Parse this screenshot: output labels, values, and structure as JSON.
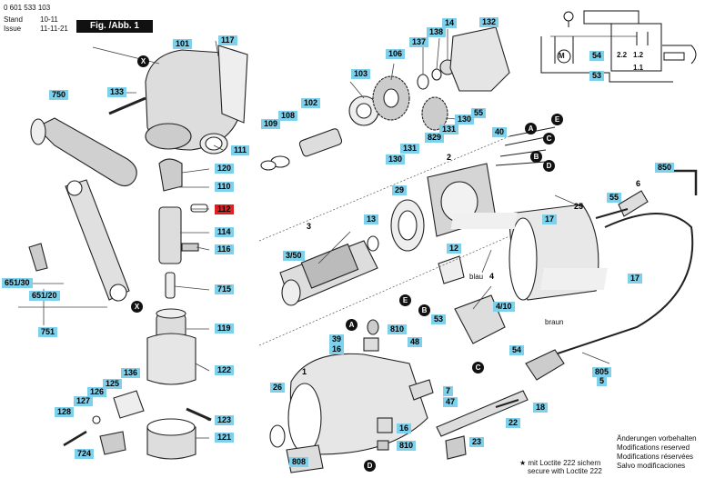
{
  "header": {
    "part_number": "0 601 533 103",
    "stand_label": "Stand",
    "stand_value": "10-11",
    "issue_label": "Issue",
    "issue_value": "11-11-21",
    "figure_label": "Fig. /Abb. 1"
  },
  "parts": [
    {
      "id": "p101",
      "text": "101"
    },
    {
      "id": "p117",
      "text": "117"
    },
    {
      "id": "p133",
      "text": "133"
    },
    {
      "id": "p750",
      "text": "750"
    },
    {
      "id": "p111",
      "text": "111"
    },
    {
      "id": "p120",
      "text": "120"
    },
    {
      "id": "p110",
      "text": "110"
    },
    {
      "id": "p112",
      "text": "112"
    },
    {
      "id": "p114",
      "text": "114"
    },
    {
      "id": "p116",
      "text": "116"
    },
    {
      "id": "p715",
      "text": "715"
    },
    {
      "id": "p119",
      "text": "119"
    },
    {
      "id": "p122",
      "text": "122"
    },
    {
      "id": "p123",
      "text": "123"
    },
    {
      "id": "p121",
      "text": "121"
    },
    {
      "id": "p136",
      "text": "136"
    },
    {
      "id": "p125",
      "text": "125"
    },
    {
      "id": "p126",
      "text": "126"
    },
    {
      "id": "p127",
      "text": "127"
    },
    {
      "id": "p128",
      "text": "128"
    },
    {
      "id": "p724",
      "text": "724"
    },
    {
      "id": "p651_30",
      "text": "651/30"
    },
    {
      "id": "p651_20",
      "text": "651/20"
    },
    {
      "id": "p751",
      "text": "751"
    },
    {
      "id": "p103",
      "text": "103"
    },
    {
      "id": "p102",
      "text": "102"
    },
    {
      "id": "p109",
      "text": "109"
    },
    {
      "id": "p108",
      "text": "108"
    },
    {
      "id": "p106",
      "text": "106"
    },
    {
      "id": "p137",
      "text": "137"
    },
    {
      "id": "p138",
      "text": "138"
    },
    {
      "id": "p14",
      "text": "14"
    },
    {
      "id": "p132",
      "text": "132"
    },
    {
      "id": "p130a",
      "text": "130"
    },
    {
      "id": "p55a",
      "text": "55"
    },
    {
      "id": "p131a",
      "text": "131"
    },
    {
      "id": "p829",
      "text": "829"
    },
    {
      "id": "p131b",
      "text": "131"
    },
    {
      "id": "p130b",
      "text": "130"
    },
    {
      "id": "p40",
      "text": "40"
    },
    {
      "id": "p2",
      "text": "2"
    },
    {
      "id": "p29",
      "text": "29"
    },
    {
      "id": "p13",
      "text": "13"
    },
    {
      "id": "p3",
      "text": "3"
    },
    {
      "id": "p3_50",
      "text": "3/50"
    },
    {
      "id": "p17a",
      "text": "17"
    },
    {
      "id": "p25",
      "text": "25"
    },
    {
      "id": "p12",
      "text": "12"
    },
    {
      "id": "p4",
      "text": "4"
    },
    {
      "id": "p4_10",
      "text": "4/10"
    },
    {
      "id": "p53a",
      "text": "53"
    },
    {
      "id": "p810a",
      "text": "810"
    },
    {
      "id": "p39",
      "text": "39"
    },
    {
      "id": "p48",
      "text": "48"
    },
    {
      "id": "p16a",
      "text": "16"
    },
    {
      "id": "p54a",
      "text": "54"
    },
    {
      "id": "p1",
      "text": "1"
    },
    {
      "id": "p26",
      "text": "26"
    },
    {
      "id": "p7",
      "text": "7"
    },
    {
      "id": "p47",
      "text": "47"
    },
    {
      "id": "p18",
      "text": "18"
    },
    {
      "id": "p22",
      "text": "22"
    },
    {
      "id": "p16b",
      "text": "16"
    },
    {
      "id": "p810b",
      "text": "810"
    },
    {
      "id": "p23",
      "text": "23"
    },
    {
      "id": "p808",
      "text": "808"
    },
    {
      "id": "p55b",
      "text": "55"
    },
    {
      "id": "p6",
      "text": "6"
    },
    {
      "id": "p850",
      "text": "850"
    },
    {
      "id": "p17b",
      "text": "17"
    },
    {
      "id": "p805",
      "text": "805"
    },
    {
      "id": "p5",
      "text": "5"
    },
    {
      "id": "p54b",
      "text": "54"
    },
    {
      "id": "p53b",
      "text": "53"
    }
  ],
  "callouts": [
    {
      "id": "x1",
      "text": "X"
    },
    {
      "id": "x2",
      "text": "X"
    },
    {
      "id": "a1",
      "text": "A"
    },
    {
      "id": "a2",
      "text": "A"
    },
    {
      "id": "b1",
      "text": "B"
    },
    {
      "id": "b2",
      "text": "B"
    },
    {
      "id": "c1",
      "text": "C"
    },
    {
      "id": "c2",
      "text": "C"
    },
    {
      "id": "d1",
      "text": "D"
    },
    {
      "id": "d2",
      "text": "D"
    },
    {
      "id": "e1",
      "text": "E"
    },
    {
      "id": "e2",
      "text": "E"
    }
  ],
  "wire_labels": {
    "blau": "blau",
    "braun": "braun"
  },
  "circuit": {
    "motor": "M",
    "t22": "2.2",
    "t12": "1.2",
    "t11": "1.1"
  },
  "footer": {
    "loctite_de": "★ mit Loctite 222 sichern",
    "loctite_en": "secure with Loctite 222",
    "changes": [
      "Änderungen vorbehalten",
      "Modifications reserved",
      "Modifications réservées",
      "Salvo modificaciones"
    ]
  },
  "highlight_color": "#7fd0ea",
  "alert_color": "#e02020"
}
